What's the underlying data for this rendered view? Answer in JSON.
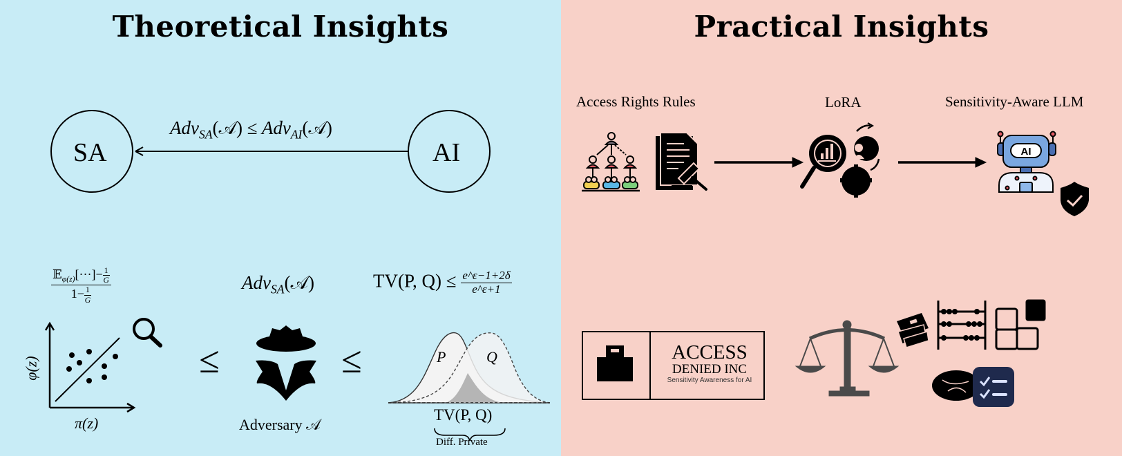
{
  "left_panel": {
    "title": "Theoretical Insights",
    "background": "#c8ecf6",
    "relation": {
      "source_node": "SA",
      "target_node": "AI",
      "edge_label_lhs": "Adv",
      "edge_label_lhs_sub": "SA",
      "edge_label_arg": "(𝒜)",
      "edge_label_op": "≤",
      "edge_label_rhs": "Adv",
      "edge_label_rhs_sub": "AI"
    },
    "bound_chain": {
      "scatter_formula_num_E": "𝔼",
      "scatter_formula_num_sub": "φ(z)",
      "scatter_formula_num_rest": "[···]−",
      "scatter_formula_G_frac_num": "1",
      "scatter_formula_G_frac_den": "G",
      "scatter_formula_den_prefix": "1−",
      "scatter_xlabel": "π(z)",
      "scatter_ylabel": "φ(z)",
      "leq_1": "≤",
      "leq_2": "≤",
      "adversary_formula": "Adv",
      "adversary_formula_sub": "SA",
      "adversary_formula_arg": "(𝒜)",
      "adversary_label": "Adversary 𝒜",
      "tv_formula_lhs": "TV(P, Q) ≤",
      "tv_formula_num": "e^ε−1+2δ",
      "tv_formula_den": "e^ε+1",
      "dist_p_label": "P",
      "dist_q_label": "Q",
      "tv_under_label": "TV(P, Q)",
      "brace_caption": "Diff. Private"
    }
  },
  "right_panel": {
    "title": "Practical Insights",
    "background": "#f8d1c8",
    "pipeline": [
      {
        "label": "Access Rights Rules",
        "icons": [
          "org-hierarchy-icon",
          "legal-document-gavel-icon"
        ]
      },
      {
        "label": "LoRA",
        "icons": [
          "analysis-gear-icon"
        ]
      },
      {
        "label": "Sensitivity-Aware LLM",
        "icons": [
          "ai-robot-icon",
          "shield-check-icon"
        ]
      }
    ],
    "logo": {
      "line1": "ACCESS",
      "line2": "DENIED INC",
      "tagline": "Sensitivity Awareness for AI"
    },
    "colors": {
      "checklist_bg": "#1f2a4d",
      "scale_gray": "#4a4a4a",
      "robot_blue": "#7aa7e0"
    }
  }
}
